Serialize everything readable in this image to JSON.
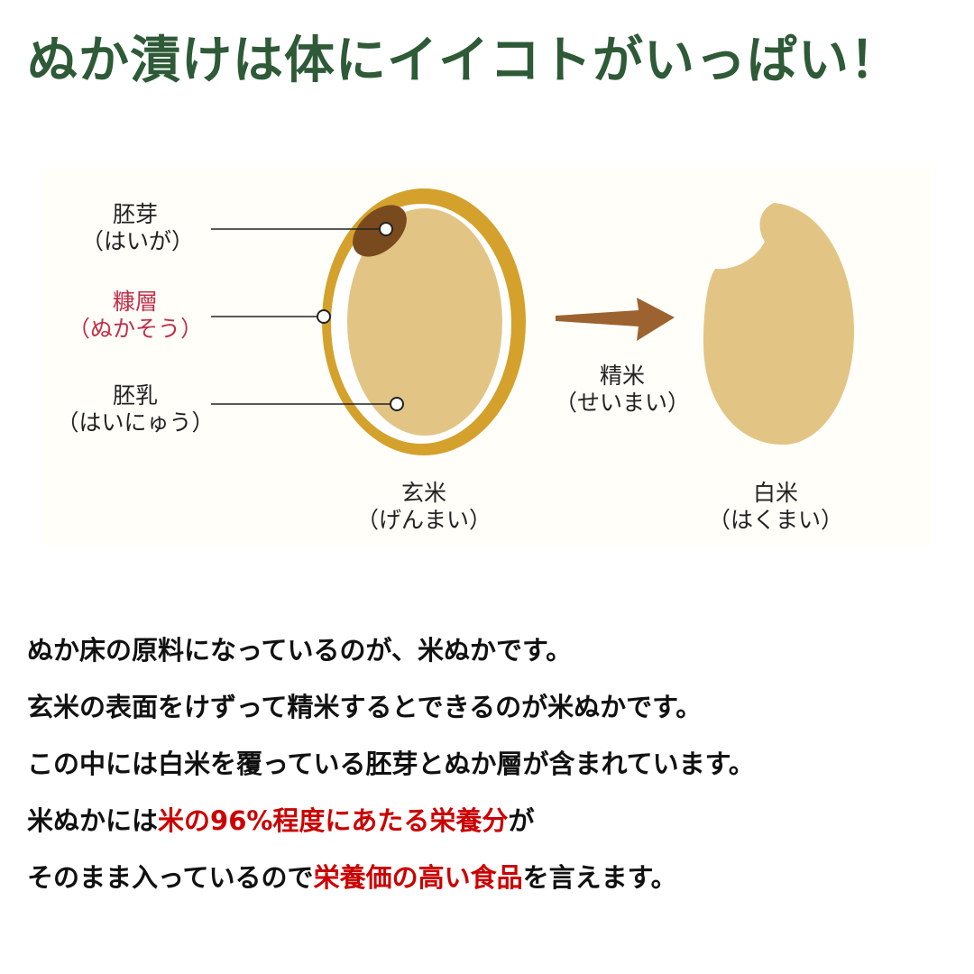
{
  "title": "ぬか漬けは体にイイコトがいっぱい！",
  "colors": {
    "title": "#2e5a37",
    "highlight": "#cc0000",
    "bran_label": "#c0304a",
    "bran_layer": "#d4a12c",
    "endosperm": "#e2c585",
    "germ": "#7a4a1f",
    "arrow": "#9c6330"
  },
  "diagram": {
    "germ": {
      "kanji": "胚芽",
      "reading": "（はいが）"
    },
    "bran": {
      "kanji": "糠層",
      "reading": "（ぬかそう）"
    },
    "endosperm": {
      "kanji": "胚乳",
      "reading": "（はいにゅう）"
    },
    "brown_rice": {
      "kanji": "玄米",
      "reading": "（げんまい）"
    },
    "polishing": {
      "kanji": "精米",
      "reading": "（せいまい）"
    },
    "white_rice": {
      "kanji": "白米",
      "reading": "（はくまい）"
    }
  },
  "body": {
    "line1": "ぬか床の原料になっているのが、米ぬかです。",
    "line2": "玄米の表面をけずって精米するとできるのが米ぬかです。",
    "line3": "この中には白米を覆っている胚芽とぬか層が含まれています。",
    "line4": {
      "a": "米ぬかには",
      "b": "米の96%程度にあたる栄養分",
      "c": "が"
    },
    "line5": {
      "a": "そのまま入っているので",
      "b": "栄養価の高い食品",
      "c": "を言えます。"
    }
  }
}
